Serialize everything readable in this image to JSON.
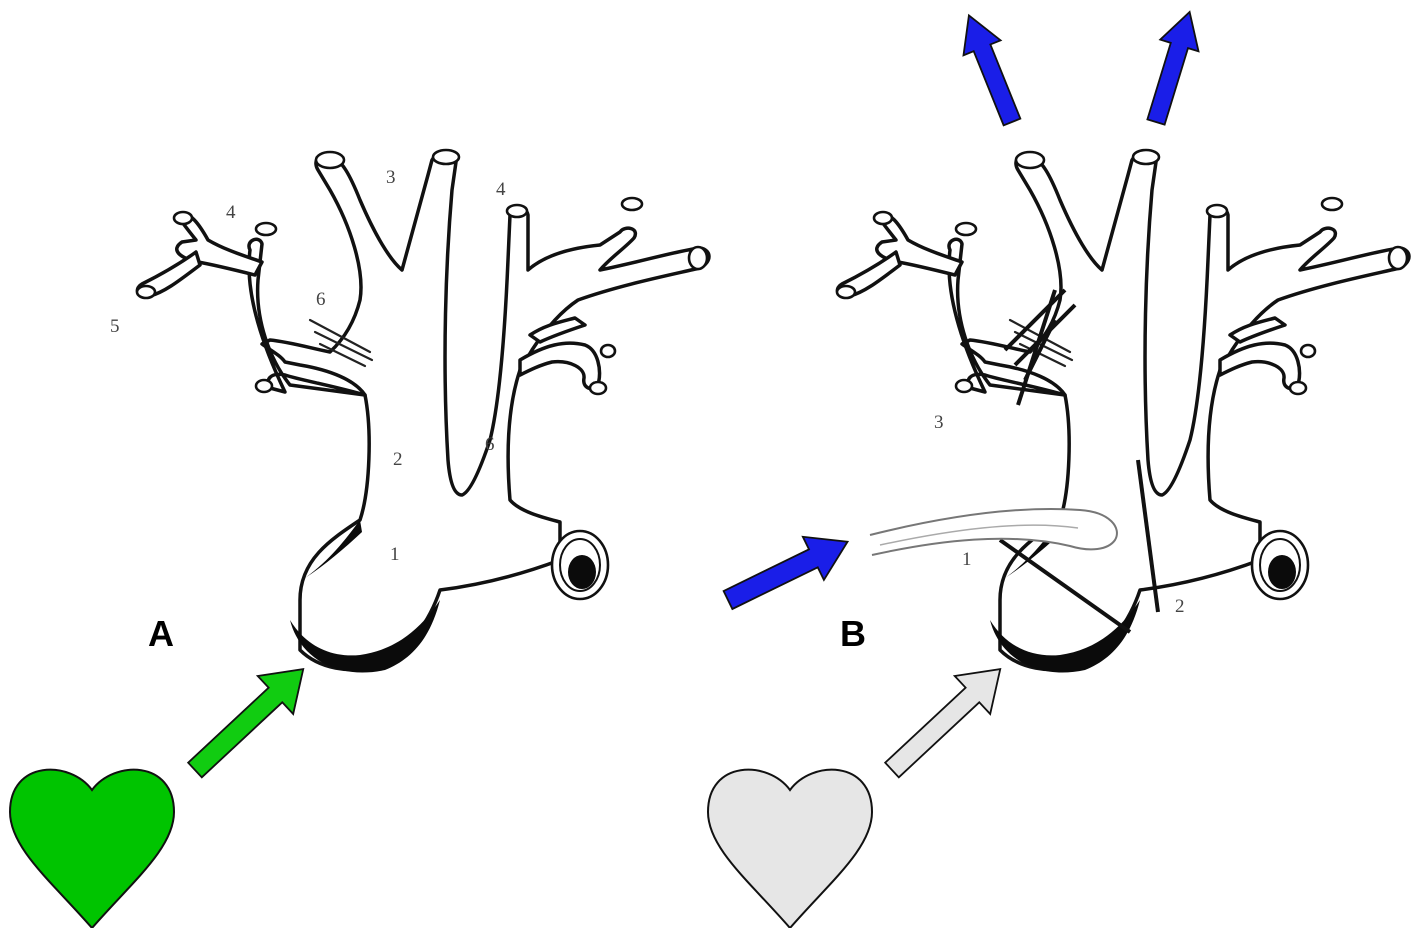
{
  "panels": {
    "a": {
      "label": "A",
      "numbers": [
        "1",
        "2",
        "3",
        "4",
        "4",
        "5",
        "6",
        "6"
      ],
      "heart_color": "#00c400",
      "arrow_color": "#11cc11"
    },
    "b": {
      "label": "B",
      "numbers": [
        "1",
        "2",
        "3"
      ],
      "heart_color": "#e6e6e6",
      "arrow_color": "#e6e6e6",
      "outflow_arrow_color": "#1a1ee8"
    }
  }
}
